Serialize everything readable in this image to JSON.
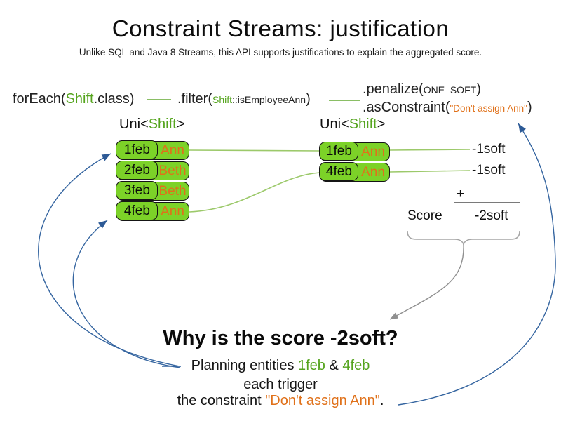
{
  "title": "Constraint Streams: justification",
  "subtitle": "Unlike SQL and Java 8 Streams, this API supports justifications to explain the aggregated score.",
  "colors": {
    "green-box": "#7cd228",
    "green-text": "#55a41e",
    "orange-text": "#e0711a",
    "blue-line": "#3565a0",
    "gray-line": "#979797"
  },
  "code": {
    "foreach_pre": "forEach(",
    "foreach_class": "Shift",
    "foreach_post": ".class)",
    "filter_pre": ".filter(",
    "filter_class": "Shift",
    "filter_method": "::isEmployeeAnn",
    "filter_post": ")",
    "penalize_pre": ".penalize(",
    "penalize_arg": "ONE_SOFT",
    "penalize_post": ")",
    "asconstraint_pre": ".asConstraint(",
    "asconstraint_arg": "\"Don't assign Ann\"",
    "asconstraint_post": ")"
  },
  "uni": {
    "pre": "Uni<",
    "type": "Shift",
    "post": ">"
  },
  "left_table": {
    "rows": [
      {
        "date": "1feb",
        "name": "Ann"
      },
      {
        "date": "2feb",
        "name": "Beth"
      },
      {
        "date": "3feb",
        "name": "Beth"
      },
      {
        "date": "4feb",
        "name": "Ann"
      }
    ]
  },
  "right_table": {
    "rows": [
      {
        "date": "1feb",
        "name": "Ann"
      },
      {
        "date": "4feb",
        "name": "Ann"
      }
    ]
  },
  "scores": {
    "per_match": [
      "-1soft",
      "-1soft"
    ],
    "plus": "+",
    "score_label": "Score",
    "total": "-2soft"
  },
  "explanation": {
    "heading": "Why is the score -2soft?",
    "line1_pre": "Planning entities ",
    "line1_entity1": "1feb",
    "line1_amp": " & ",
    "line1_entity2": "4feb",
    "line2": "each trigger",
    "line3_pre": "the constraint ",
    "line3_constraint": "\"Don't assign Ann\"",
    "line3_post": "."
  }
}
